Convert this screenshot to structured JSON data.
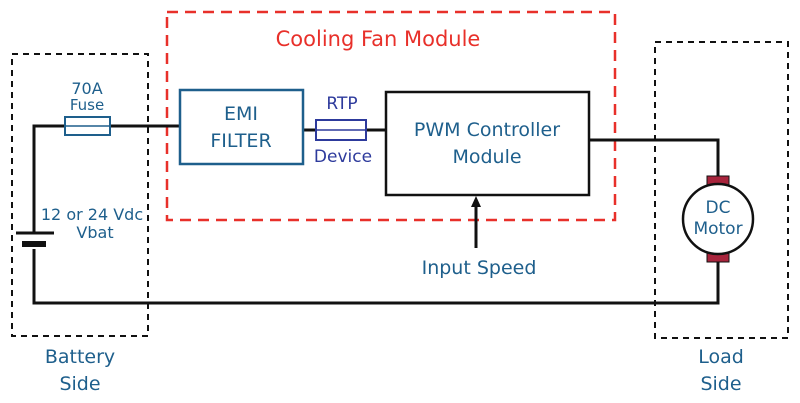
{
  "module": {
    "title": "Cooling Fan Module"
  },
  "battery": {
    "fuse_rating": "70A",
    "fuse_label": "Fuse",
    "voltage": "12 or 24 Vdc",
    "voltage_label": "Vbat",
    "side_line1": "Battery",
    "side_line2": "Side"
  },
  "emi": {
    "line1": "EMI",
    "line2": "FILTER"
  },
  "rtp": {
    "line1": "RTP",
    "line2": "Device"
  },
  "pwm": {
    "line1": "PWM Controller",
    "line2": "Module"
  },
  "input": {
    "label": "Input Speed"
  },
  "motor": {
    "line1": "DC",
    "line2": "Motor"
  },
  "load": {
    "side_line1": "Load",
    "side_line2": "Side"
  },
  "colors": {
    "module_border": "#e8302a",
    "module_title": "#e8302a",
    "wire": "#111111",
    "block_fill": "#ffffff",
    "accent_blue": "#1e5f8c",
    "rtp_blue": "#2d3a9c",
    "motor_terminal": "#a8243c"
  }
}
